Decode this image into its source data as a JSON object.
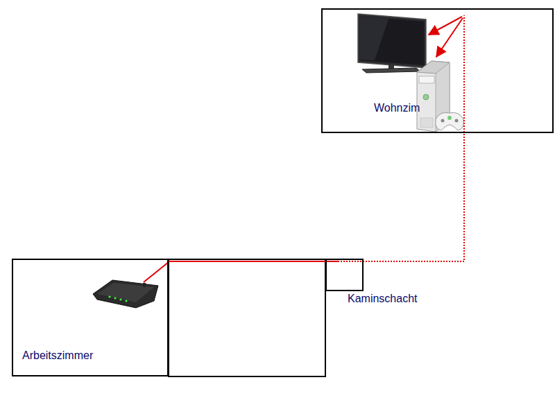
{
  "diagram": {
    "nodes": [
      {
        "text": [
          "Wohnzim"
        ]
      },
      {
        "text": [
          "Arbeitszimmer"
        ]
      },
      {
        "text": [
          "Kaminschacht"
        ]
      }
    ],
    "edges": [
      {
        "from": 1,
        "to": 0,
        "arrow": "to"
      }
    ]
  }
}
